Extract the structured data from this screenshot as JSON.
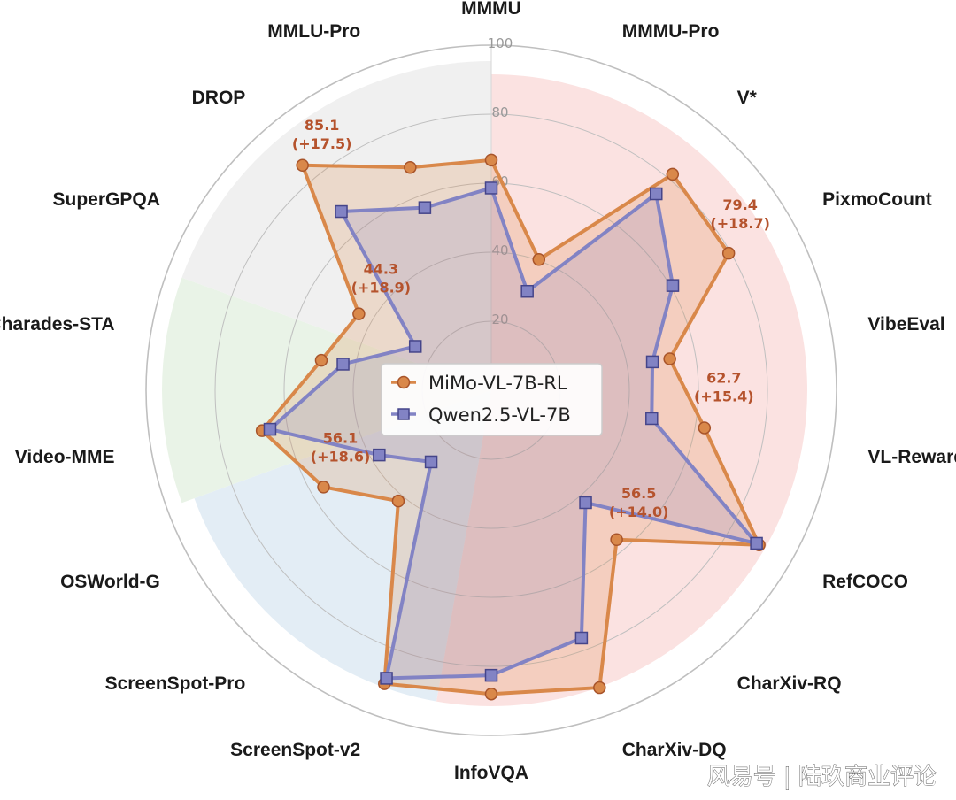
{
  "chart_data": {
    "type": "radar",
    "r_range": [
      0,
      100
    ],
    "r_ticks": [
      20,
      40,
      60,
      80,
      100
    ],
    "r_tick_labels": [
      "20",
      "40",
      "60",
      "80",
      "100"
    ],
    "axes": [
      "MMMU",
      "MMMU-Pro",
      "V*",
      "PixmoCount",
      "VibeEval",
      "VL-RewardBench",
      "RefCOCO",
      "CharXiv-RQ",
      "CharXiv-DQ",
      "InfoVQA",
      "ScreenSpot-v2",
      "ScreenSpot-Pro",
      "OSWorld-G",
      "Video-MME",
      "Charades-STA",
      "SuperGPQA",
      "DROP",
      "MMLU-Pro"
    ],
    "series": [
      {
        "name": "MiMo-VL-7B-RL",
        "values": [
          66.7,
          40.3,
          81.7,
          79.4,
          52.5,
          62.7,
          89.6,
          56.5,
          91.7,
          88.0,
          90.5,
          41.9,
          56.1,
          67.4,
          50.0,
          44.3,
          85.1,
          68.7
        ]
      },
      {
        "name": "Qwen2.5-VL-7B",
        "values": [
          58.6,
          30.5,
          74.3,
          60.7,
          47.4,
          47.2,
          88.7,
          42.5,
          76.4,
          82.6,
          88.8,
          27.1,
          37.5,
          65.1,
          43.6,
          25.4,
          67.6,
          56.3
        ]
      }
    ],
    "callouts": [
      {
        "axis": "DROP",
        "text1": "85.1",
        "text2": "(+17.5)"
      },
      {
        "axis": "PixmoCount",
        "text1": "79.4",
        "text2": "(+18.7)"
      },
      {
        "axis": "SuperGPQA",
        "text1": "44.3",
        "text2": "(+18.9)"
      },
      {
        "axis": "VL-RewardBench",
        "text1": "62.7",
        "text2": "(+15.4)"
      },
      {
        "axis": "OSWorld-G",
        "text1": "56.1",
        "text2": "(+18.6)"
      },
      {
        "axis": "CharXiv-RQ",
        "text1": "56.5",
        "text2": "(+14.0)"
      }
    ],
    "legend": "center",
    "grid": true
  },
  "colors": {
    "series_a": "#d9884a",
    "series_a_edge": "#a8542a",
    "series_b": "#8283c4",
    "series_b_edge": "#45458a",
    "callout": "#b5532d",
    "grid": "#bfbfbf",
    "sector_reasoning": "#f0f0f0",
    "sector_perception": "#fbe2e1",
    "sector_gui": "#e3edf5",
    "sector_video": "#e9f3e7"
  },
  "watermark": "风易号 | 陆玖商业评论"
}
